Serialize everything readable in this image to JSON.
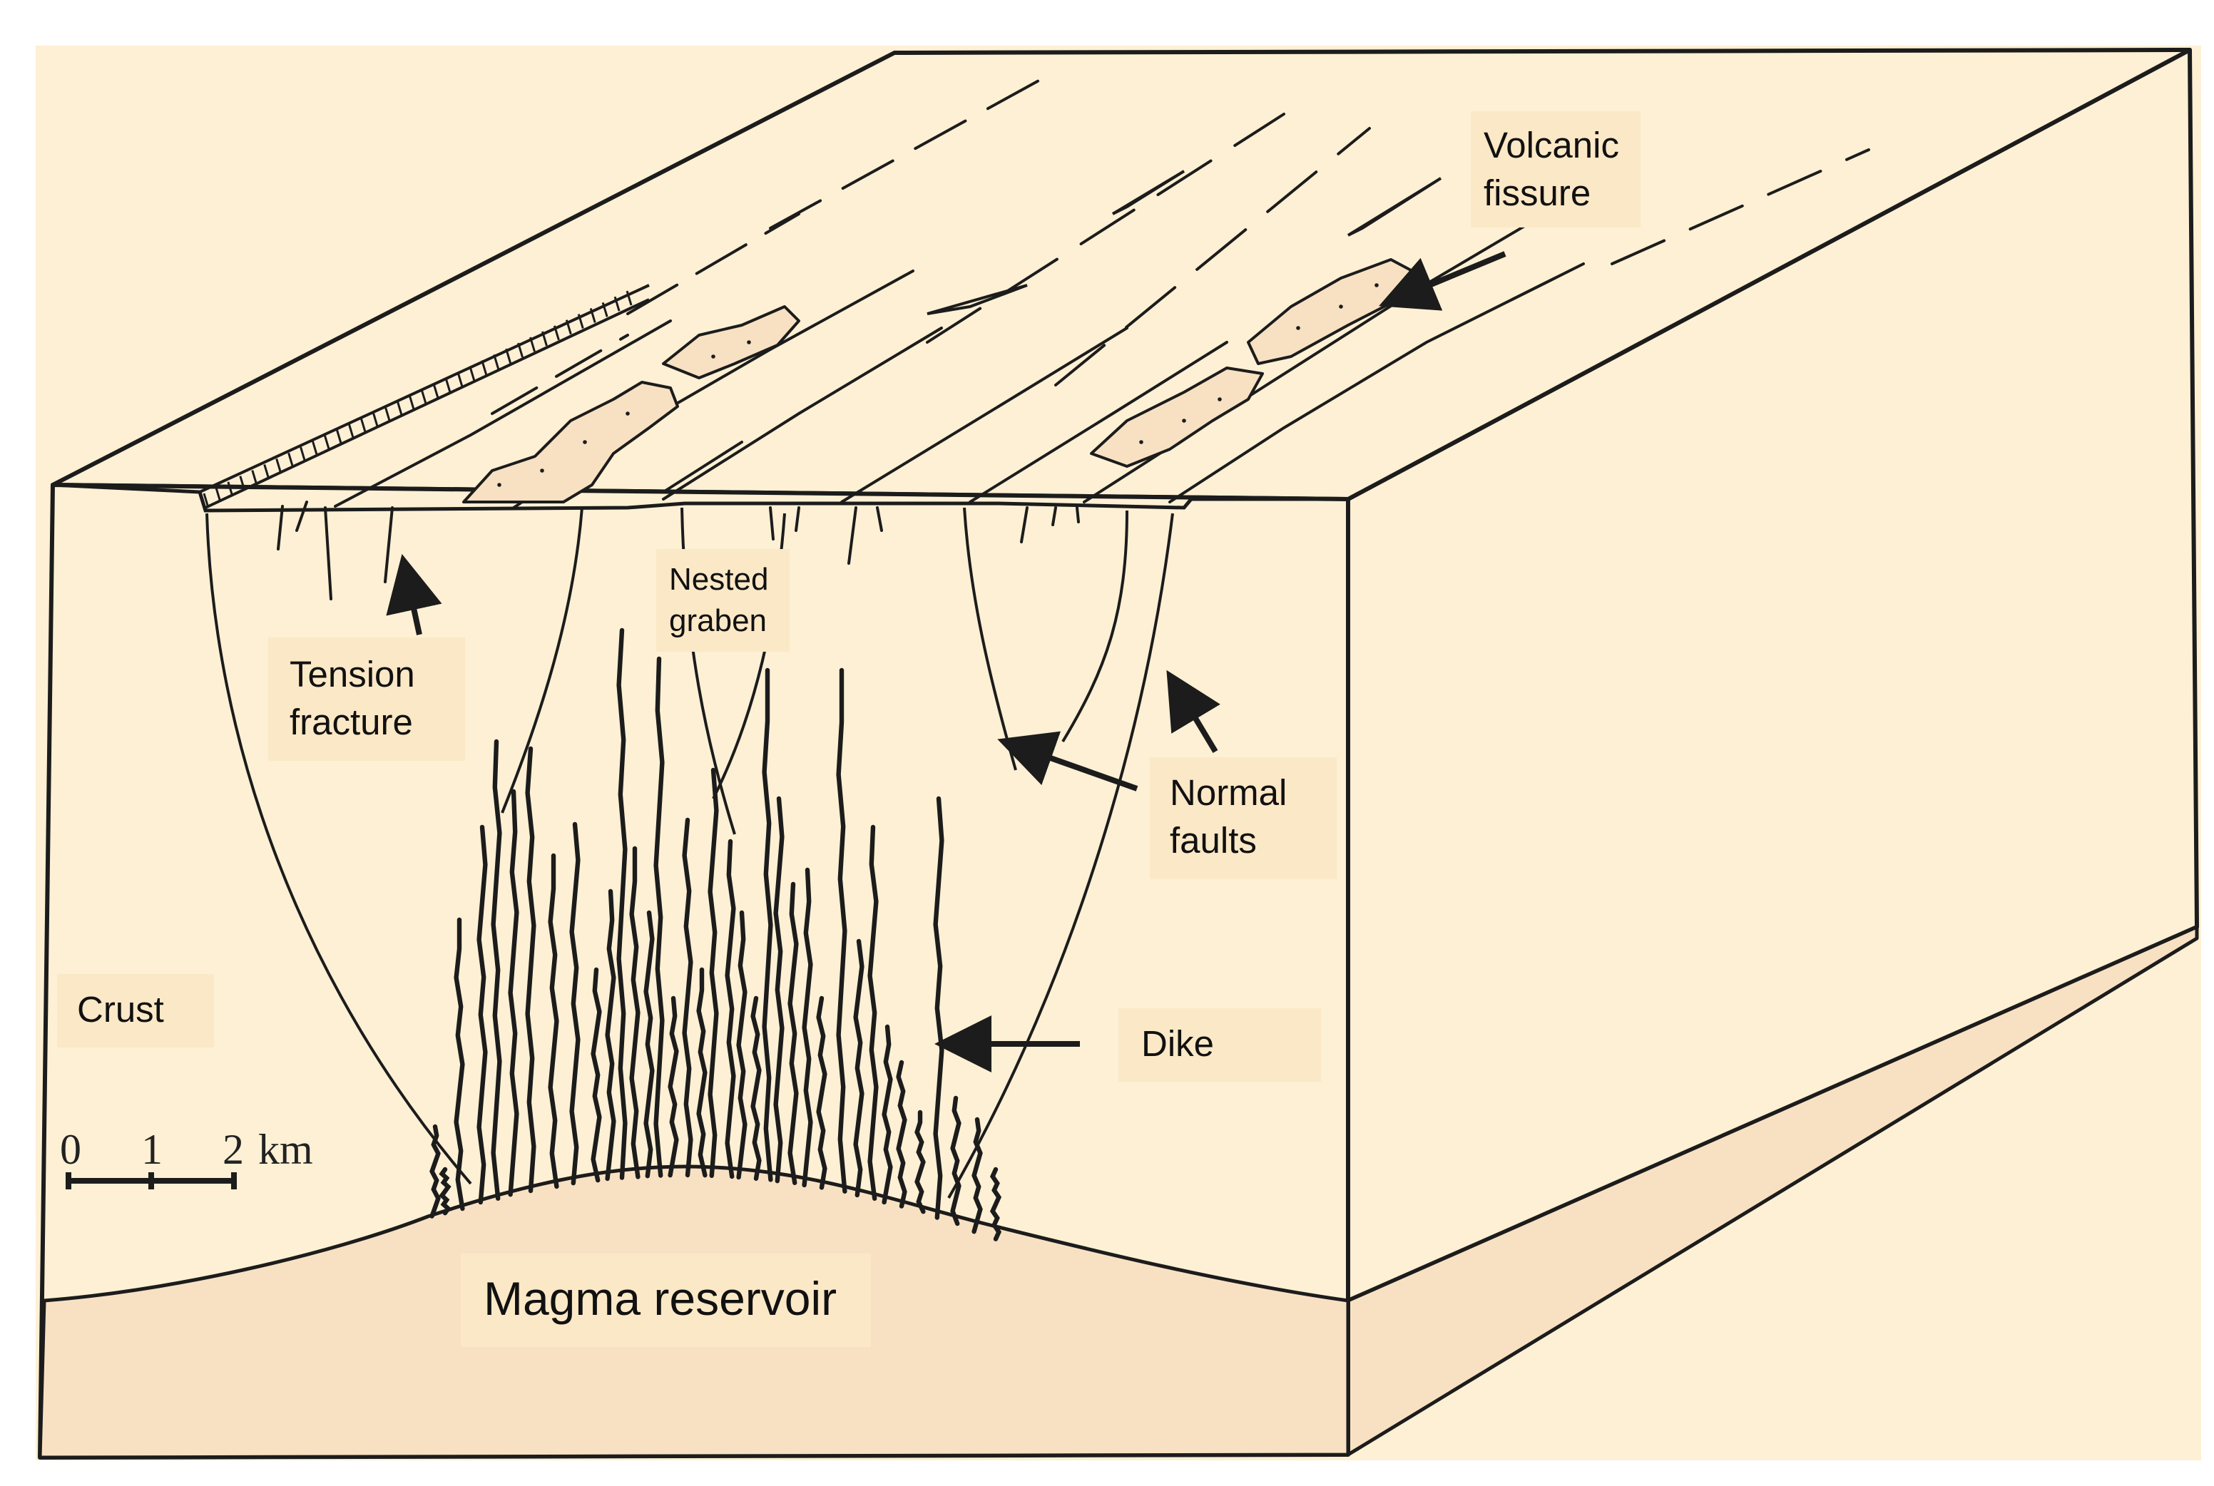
{
  "colors": {
    "background": "#ffffff",
    "crust": "#fef0d4",
    "magma": "#f8e1c3",
    "label_background": "#fbe8c6",
    "ink": "#1c1c1c"
  },
  "labels": {
    "volcanic_fissure": [
      "Volcanic",
      "fissure"
    ],
    "nested_graben": [
      "Nested",
      "graben"
    ],
    "tension_fracture": [
      "Tension",
      "fracture"
    ],
    "normal_faults": [
      "Normal",
      "faults"
    ],
    "crust": "Crust",
    "dike": "Dike",
    "magma_reservoir": "Magma reservoir"
  },
  "scale_bar": {
    "ticks": [
      "0",
      "1",
      "2"
    ],
    "unit": "km"
  }
}
